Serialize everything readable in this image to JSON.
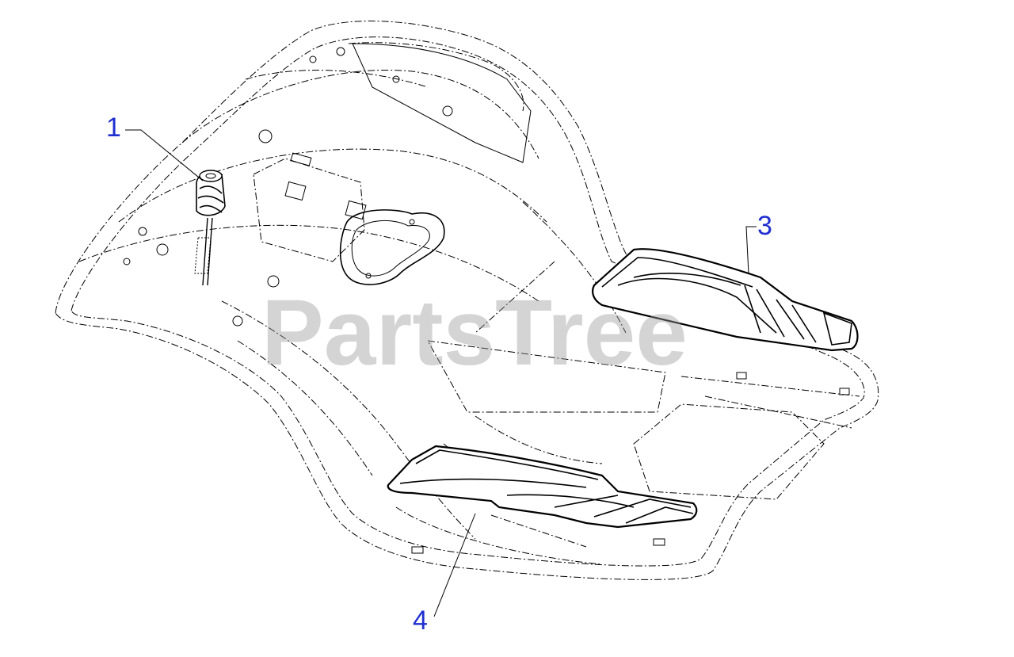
{
  "callouts": {
    "c1": "1",
    "c3": "3",
    "c4": "4"
  },
  "watermark": "PartsTree",
  "colors": {
    "callout": "#1f2fd0",
    "line": "#000000",
    "watermark": "#9a9a9a"
  }
}
